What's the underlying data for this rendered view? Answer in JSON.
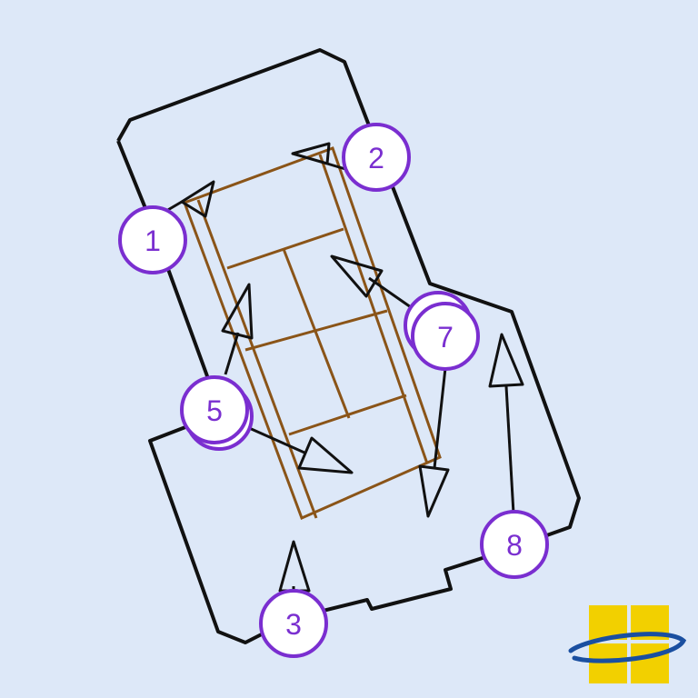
{
  "colors": {
    "background": "#dde8f8",
    "outline": "#111111",
    "table": "#8a5418",
    "marker": "#7a2ed0",
    "logo_yellow": "#f2d000",
    "logo_blue": "#1a4fa0"
  },
  "markers": [
    {
      "id": "1",
      "label": "1"
    },
    {
      "id": "2",
      "label": "2"
    },
    {
      "id": "3",
      "label": "3"
    },
    {
      "id": "5",
      "label": "5"
    },
    {
      "id": "7",
      "label": "7"
    },
    {
      "id": "8",
      "label": "8"
    }
  ],
  "icons": {
    "logo": "window-logo-icon"
  }
}
